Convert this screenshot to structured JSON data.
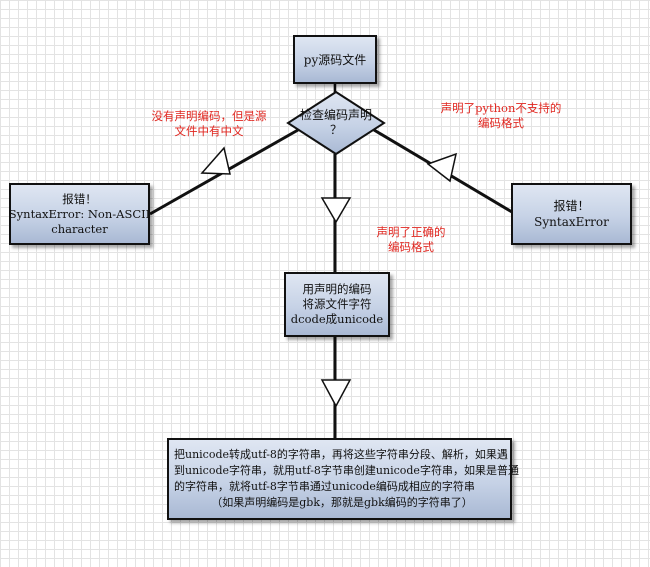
{
  "source_box": {
    "label": "py源码文件"
  },
  "decision": {
    "line1": "检查编码声明",
    "line2": "？"
  },
  "left_box": {
    "line1": "报错！",
    "line2": "SyntaxError: Non-ASCII",
    "line3": "character"
  },
  "right_box": {
    "line1": "报错！",
    "line2": "SyntaxError"
  },
  "decode_box": {
    "line1": "用声明的编码",
    "line2": "将源文件字符",
    "line3": "dcode成unicode"
  },
  "bottom_box": {
    "line1": "把unicode转成utf-8的字符串，再将这些字符串分段、解析，如果遇",
    "line2": "到unicode字符串，就用utf-8字节串创建unicode字符串，如果是普通",
    "line3": "的字符串，就将utf-8字节串通过unicode编码成相应的字符串",
    "line4": "（如果声明编码是gbk，那就是gbk编码的字符串了）"
  },
  "notes": {
    "left": {
      "line1": "没有声明编码，但是源",
      "line2": "文件中有中文"
    },
    "right": {
      "line1": "声明了python不支持的",
      "line2": "编码格式"
    },
    "middle": {
      "line1": "声明了正确的",
      "line2": "编码格式"
    }
  },
  "colors": {
    "note_text": "#e0261f",
    "box_fill_top": "#dfe6f2",
    "box_fill_bottom": "#a9b9d4",
    "line": "#111111"
  }
}
